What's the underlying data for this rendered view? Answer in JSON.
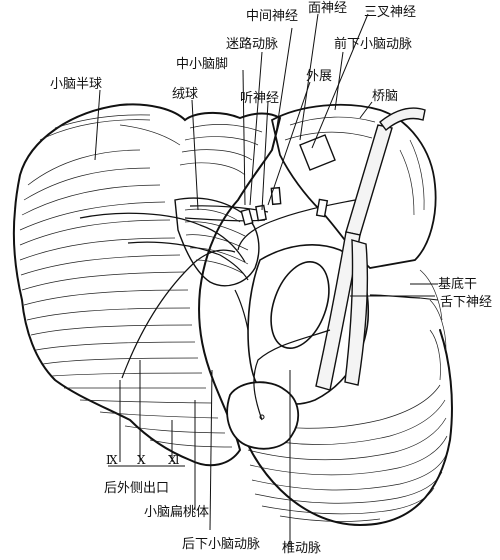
{
  "labels": {
    "zhongjian_shenjing": "中间神经",
    "mian_shenjing": "面神经",
    "sancha_shenjing": "三叉神经",
    "milu_dongmai": "迷路动脉",
    "qianxia_xiaonao_dongmai": "前下小脑动脉",
    "zhong_xiaonao_jiao": "中小脑脚",
    "waizhan": "外展",
    "xiaonao_banqiu": "小脑半球",
    "rongqiu": "绒球",
    "ting_shenjing": "听神经",
    "qiaonao": "桥脑",
    "jidigan": "基底干",
    "shexia_shenjing": "舌下神经",
    "hou_waice_chukou": "后外侧出口",
    "xiaonao_biantaoti": "小脑扁桃体",
    "houxia_xiaonao_dongmai": "后下小脑动脉",
    "zhui_dongmai": "椎动脉"
  },
  "roman_numerals": {
    "ix": "Ⅸ",
    "x": "Ⅹ",
    "xi": "Ⅺ"
  },
  "colors": {
    "ink": "#111111",
    "paper": "#ffffff"
  }
}
